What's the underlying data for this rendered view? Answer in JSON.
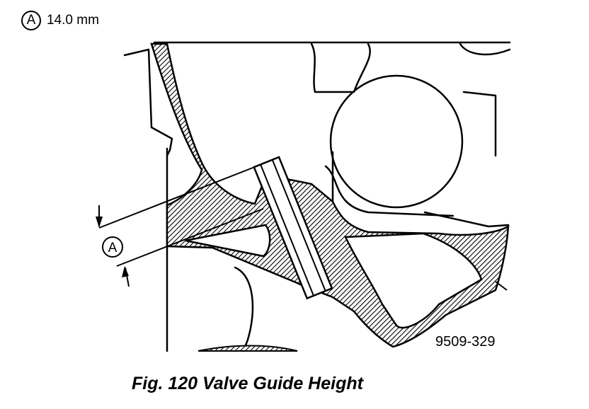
{
  "legend": {
    "marker": "A",
    "value": "14.0 mm"
  },
  "dimension_marker": "A",
  "figure_number": "9509-329",
  "caption": "Fig. 120 Valve Guide Height"
}
